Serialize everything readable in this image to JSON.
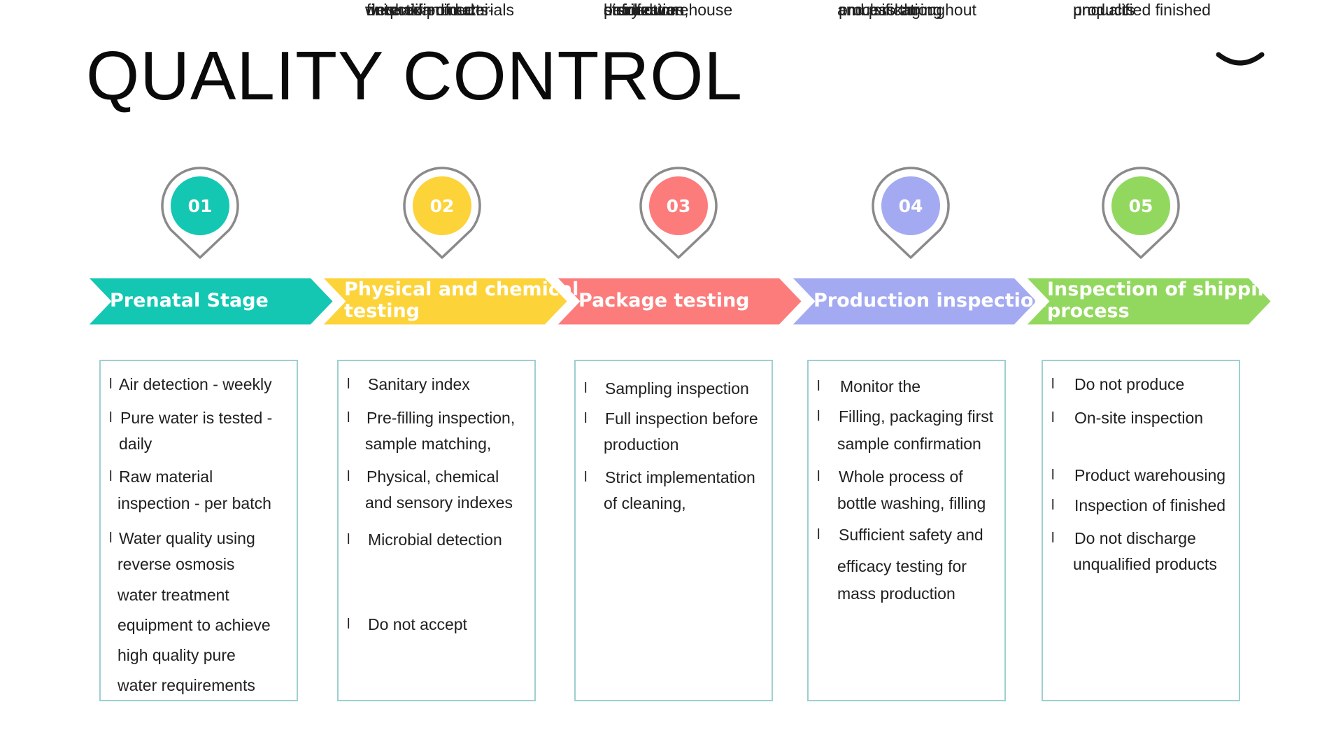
{
  "title": "QUALITY CONTROL",
  "chevron_icon": "chevron-down-icon",
  "bullet_glyph": "l",
  "stages": [
    {
      "number": "01",
      "color": "#13c7b3",
      "label_lines": [
        "Prenatal Stage"
      ],
      "items": [
        [
          "Air detection - weekly"
        ],
        [
          "Pure water is tested -",
          "daily"
        ],
        [
          "Raw material",
          "inspection - per batch"
        ],
        [
          "Water quality using",
          "reverse osmosis",
          "water treatment",
          "equipment to achieve",
          "high quality pure",
          "water requirements"
        ]
      ]
    },
    {
      "number": "02",
      "color": "#fdd33a",
      "label_lines": [
        "Physical and chemical",
        "testing"
      ],
      "items": [
        [
          "Sanitary index",
          "detection of semi-",
          "finished products"
        ],
        [
          "Pre-filling inspection,",
          "sample matching,"
        ],
        [
          "Physical, chemical",
          "and sensory indexes",
          "were examined"
        ],
        [
          "Microbial detection"
        ],
        [
          "Do not accept",
          "unqualified materials"
        ]
      ]
    },
    {
      "number": "03",
      "color": "#fc7c7c",
      "label_lines": [
        "Package testing"
      ],
      "items": [
        [
          "Sampling inspection",
          "before warehouse",
          "entry"
        ],
        [
          "Full inspection before",
          "production"
        ],
        [
          "Strict implementation",
          "of cleaning,",
          "disinfection,",
          "sterilization",
          "production",
          "procedures"
        ]
      ]
    },
    {
      "number": "04",
      "color": "#a3aaf2",
      "label_lines": [
        "Production inspection"
      ],
      "items": [
        [
          "Monitor the",
          "emulsification",
          "process throughout"
        ],
        [
          "Filling, packaging first",
          "sample confirmation"
        ],
        [
          "Whole process of",
          "bottle washing, filling",
          "and packaging"
        ],
        [
          "Sufficient safety and",
          "efficacy testing for",
          "mass production"
        ]
      ]
    },
    {
      "number": "05",
      "color": "#92d85e",
      "label_lines": [
        "Inspection of shipping",
        "process"
      ],
      "items": [
        [
          "Do not produce",
          "unqualified finished",
          "products"
        ],
        [
          "On-site inspection"
        ],
        [
          "Product warehousing"
        ],
        [
          "Inspection of finished",
          "product"
        ],
        [
          "Do not discharge",
          "unqualified products"
        ]
      ]
    }
  ]
}
